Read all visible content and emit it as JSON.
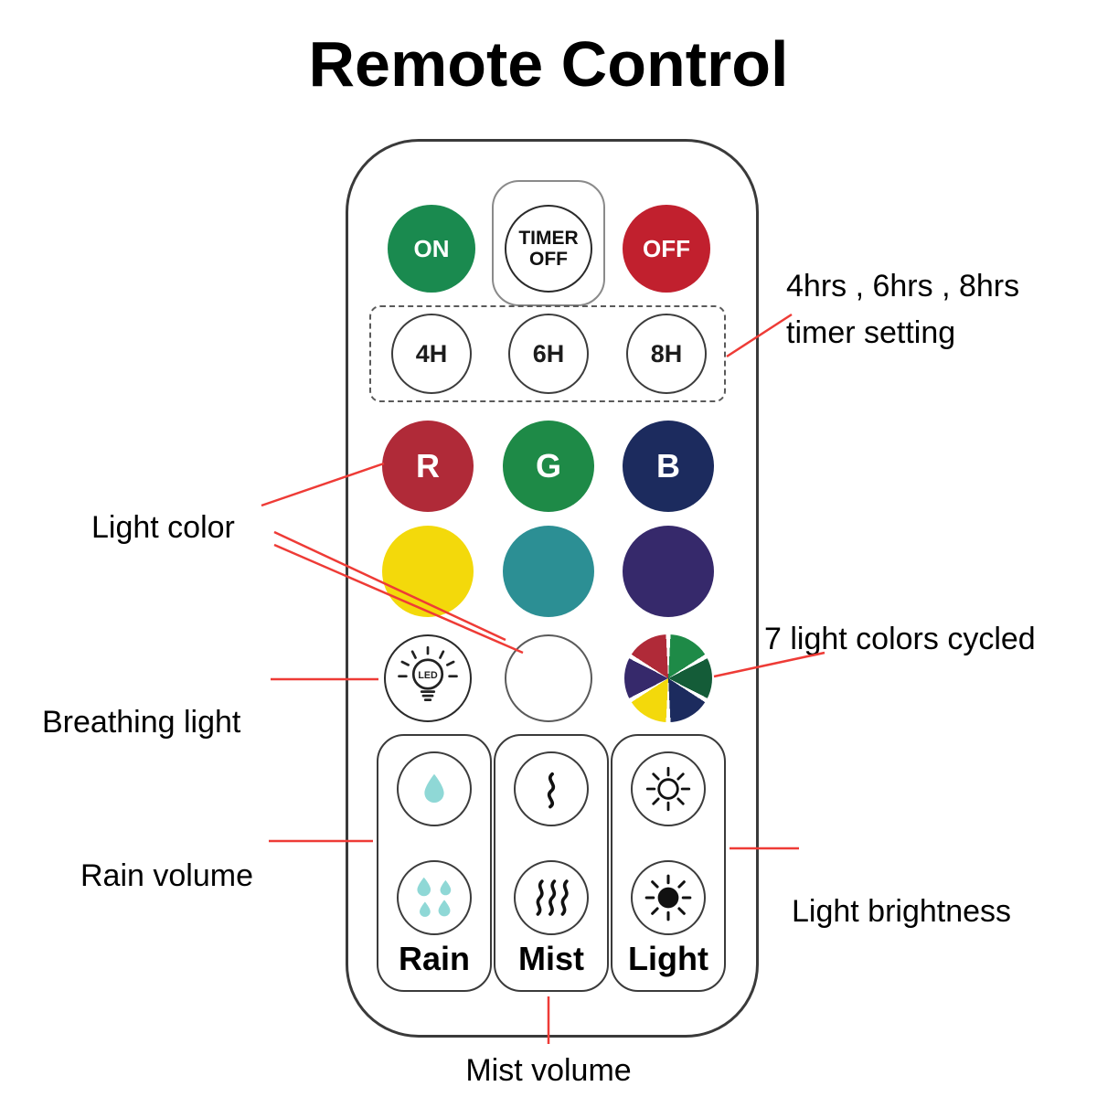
{
  "title": "Remote Control",
  "remote": {
    "power_buttons": [
      {
        "label": "ON",
        "color": "#1a8a4f",
        "text_color": "#ffffff"
      },
      {
        "label": "TIMER OFF",
        "color": "#ffffff",
        "text_color": "#111111"
      },
      {
        "label": "OFF",
        "color": "#c1202e",
        "text_color": "#ffffff"
      }
    ],
    "timer_buttons": [
      {
        "label": "4H"
      },
      {
        "label": "6H"
      },
      {
        "label": "8H"
      }
    ],
    "rgb_buttons": [
      {
        "label": "R",
        "color": "#b02a38"
      },
      {
        "label": "G",
        "color": "#1e8a47"
      },
      {
        "label": "B",
        "color": "#1c2b5e"
      }
    ],
    "solid_color_buttons": [
      {
        "name": "yellow",
        "color": "#f3d90b"
      },
      {
        "name": "teal",
        "color": "#2c8f94"
      },
      {
        "name": "purple",
        "color": "#36296b"
      }
    ],
    "led_button_label": "LED",
    "color_wheel_colors": [
      "#b02a38",
      "#1e8a47",
      "#145c38",
      "#f3d90b",
      "#1c2b5e",
      "#36296b"
    ],
    "bottom_labels": [
      {
        "label": "Rain"
      },
      {
        "label": "Mist"
      },
      {
        "label": "Light"
      }
    ]
  },
  "annotations": {
    "timer_line1": "4hrs , 6hrs , 8hrs",
    "timer_line2": "timer setting",
    "light_color": "Light color",
    "seven_colors": "7 light colors cycled",
    "breathing_light": "Breathing light",
    "rain_volume": "Rain volume",
    "light_brightness": "Light brightness",
    "mist_volume": "Mist volume"
  },
  "colors": {
    "annotation_line": "#ee3b36",
    "drop_color": "#8fd8d6"
  }
}
